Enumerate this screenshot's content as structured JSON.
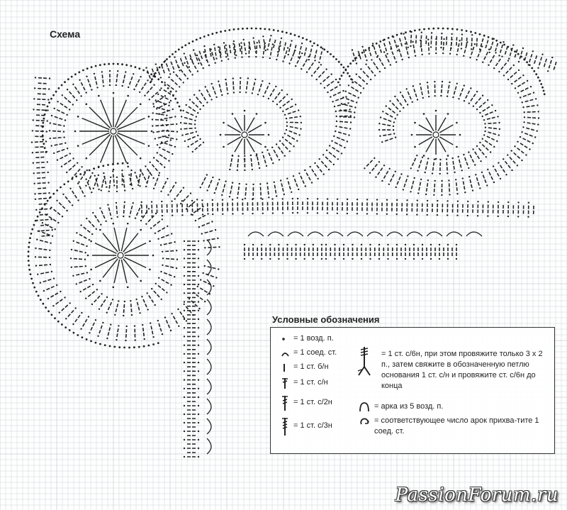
{
  "title": "Схема",
  "legend": {
    "title": "Условные обозначения",
    "items": [
      {
        "id": "ch",
        "icon": "dot-icon",
        "text": "= 1 возд. п."
      },
      {
        "id": "sl",
        "icon": "arc-icon",
        "text": "= 1 соед. ст."
      },
      {
        "id": "sc",
        "icon": "bar-icon",
        "text": "= 1 ст. б/н"
      },
      {
        "id": "dc",
        "icon": "one-cross-stitch-icon",
        "text": "= 1 ст. с/н"
      },
      {
        "id": "tr",
        "icon": "two-cross-stitch-icon",
        "text": "= 1 ст. с/2н"
      },
      {
        "id": "dtr",
        "icon": "three-cross-stitch-icon",
        "text": "= 1 ст. с/3н"
      },
      {
        "id": "cluster",
        "icon": "fork-stitch-icon",
        "text": "= 1 ст. с/6н, при этом провяжите только 3 х 2 п., затем свяжите в обозначенную петлю основания 1 ст. с/н и провяжите ст. с/6н до конца"
      },
      {
        "id": "arch",
        "icon": "arch-icon",
        "text": "= арка из 5 возд. п."
      },
      {
        "id": "join",
        "icon": "join-arrow-icon",
        "text": "= соответствующее число арок прихва-тите 1 соед. ст."
      }
    ]
  },
  "watermark": "PassionForum.ru",
  "colors": {
    "ink": "#222222",
    "grid": "#c9d1d6",
    "grid_major": "#aeb8bf",
    "paper": "#ffffff"
  }
}
